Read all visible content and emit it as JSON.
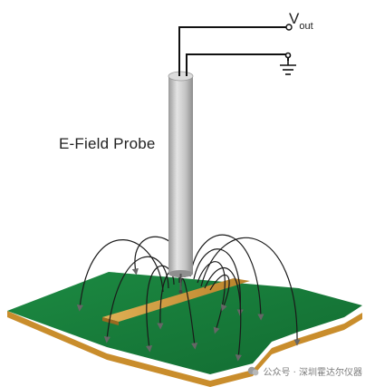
{
  "labels": {
    "probe": "E-Field Probe",
    "vout_main": "V",
    "vout_sub": "out"
  },
  "watermark": {
    "text": "公众号 · 深圳霍达尔仪器"
  },
  "colors": {
    "board_top": "#18803c",
    "board_side": "#c98d2c",
    "trace": "#d19a3a",
    "probe_body": "#c9c9c9",
    "field_lines": "#1a1a1a",
    "wires": "#111111"
  },
  "icons": [
    "ground-icon",
    "vout-terminal-icon",
    "watermark-icon"
  ]
}
